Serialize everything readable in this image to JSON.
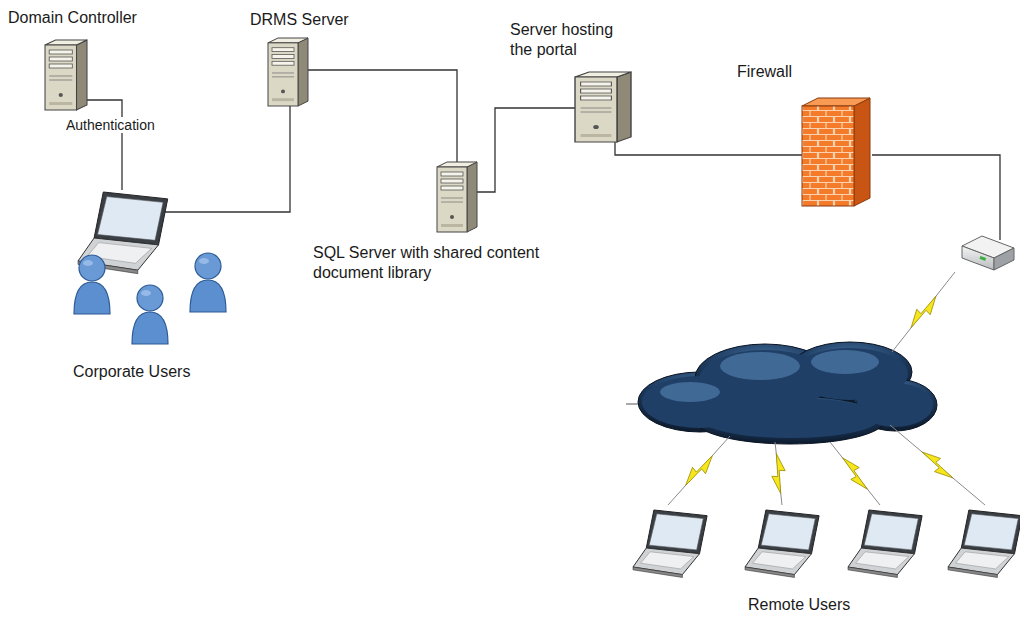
{
  "diagram": {
    "nodes": [
      {
        "text": [
          "Domain Controller"
        ]
      },
      {
        "text": [
          "DRMS Server"
        ]
      },
      {
        "text": [
          "Server hosting the portal"
        ]
      },
      {
        "text": [
          "Firewall"
        ]
      },
      {
        "text": [
          "SQL Server with shared content document library"
        ]
      },
      {
        "text": [
          "Corporate Users"
        ]
      },
      {
        "text": [
          "Remote Users"
        ]
      }
    ],
    "edges": [
      {
        "from": 0,
        "to": 5,
        "label": "Authentication",
        "arrow": "none"
      },
      {
        "from": 1,
        "to": 5,
        "arrow": "none"
      },
      {
        "from": 1,
        "to": 4,
        "arrow": "none"
      },
      {
        "from": 2,
        "to": 4,
        "arrow": "none"
      },
      {
        "from": 2,
        "to": 3,
        "arrow": "none"
      }
    ]
  }
}
